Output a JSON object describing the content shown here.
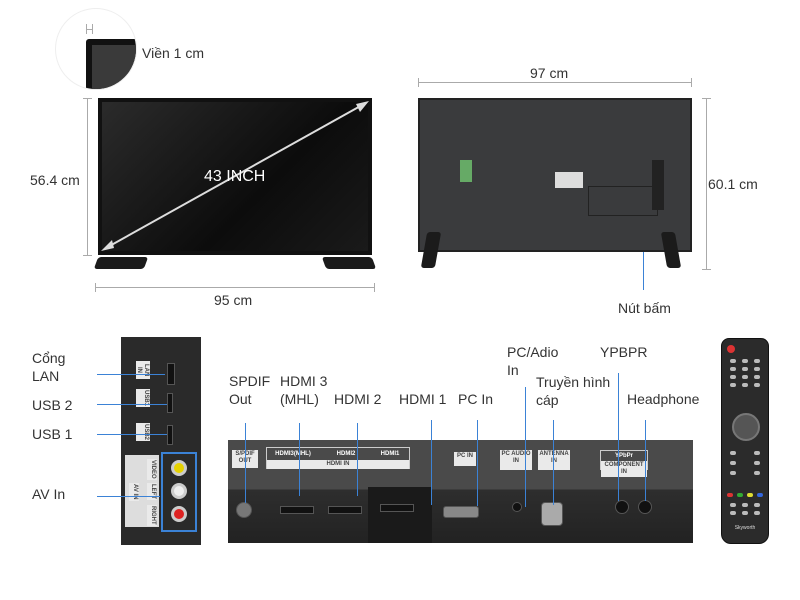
{
  "bezel": {
    "label": "Viền 1 cm"
  },
  "front": {
    "diagonal": "43 INCH",
    "height": "56.4 cm",
    "width": "95 cm"
  },
  "back": {
    "width": "97 cm",
    "height": "60.1 cm",
    "button": "Nút bấm"
  },
  "side_ports": {
    "labels": [
      "Cổng\nLAN",
      "USB 2",
      "USB 1",
      "AV In"
    ],
    "panel_text": [
      "LAN IN",
      "USB1",
      "USB2",
      "VIDEO",
      "LEFT",
      "RIGHT",
      "AV IN"
    ]
  },
  "rear_ports": {
    "labels": [
      "SPDIF\nOut",
      "HDMI 3\n(MHL)",
      "HDMI 2",
      "HDMI 1",
      "PC In",
      "PC/Adio\nIn",
      "Truyền hình\ncáp",
      "YPBPR",
      "Headphone"
    ],
    "panel_text": {
      "spdif": "S/PDIF OUT",
      "hdmi3": "HDMI3(MHL)",
      "hdmi2": "HDMI2",
      "hdmi1": "HDMI1",
      "hdmi_in": "HDMI IN",
      "pc_in": "PC IN",
      "pc_audio": "PC AUDIO IN",
      "antenna": "ANTENNA IN",
      "ypbpr": "YPbPr",
      "component": "COMPONENT IN"
    }
  },
  "remote": {
    "brand": "Skyworth"
  },
  "colors": {
    "callout_line": "#3b82d6",
    "dimension_line": "#aaaaaa"
  }
}
